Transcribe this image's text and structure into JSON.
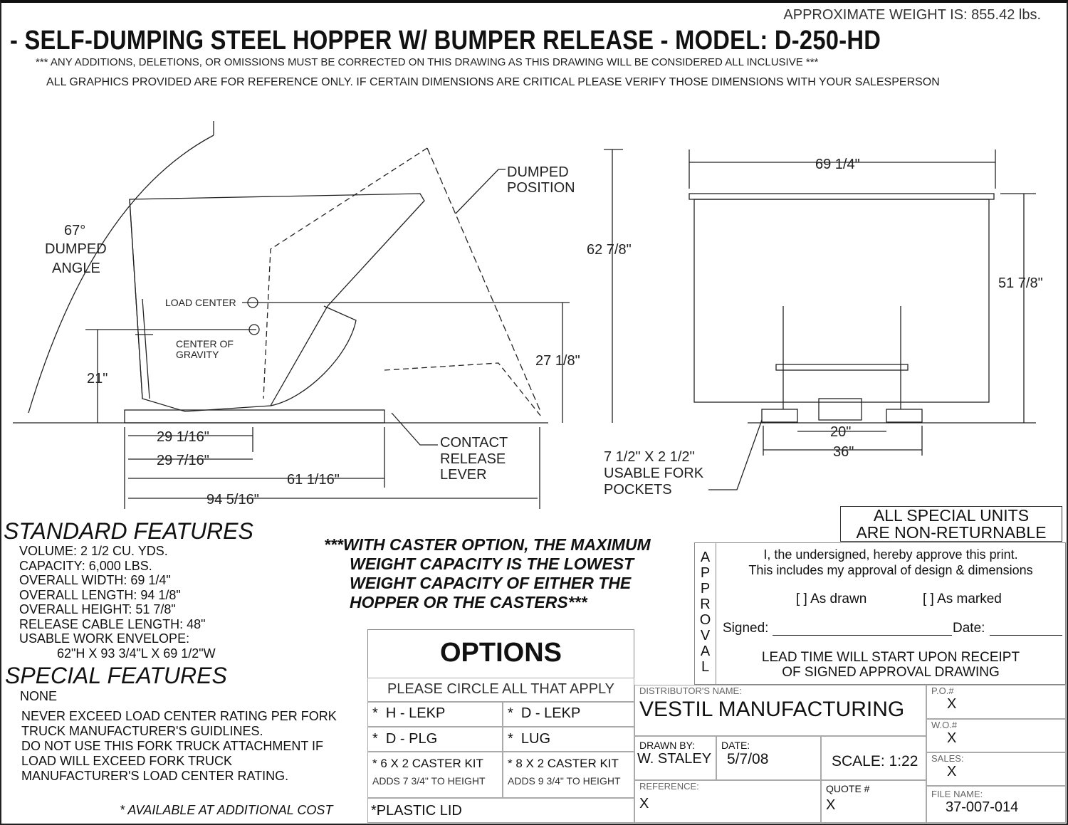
{
  "header": {
    "weight": "APPROXIMATE WEIGHT IS: 855.42 lbs.",
    "title": "- SELF-DUMPING STEEL HOPPER W/ BUMPER RELEASE - MODEL: D-250-HD",
    "notice1": "*** ANY ADDITIONS, DELETIONS, OR OMISSIONS MUST BE CORRECTED ON THIS DRAWING AS THIS DRAWING WILL BE CONSIDERED ALL INCLUSIVE ***",
    "notice2": "ALL GRAPHICS PROVIDED ARE FOR REFERENCE ONLY. IF CERTAIN DIMENSIONS ARE CRITICAL PLEASE VERIFY THOSE DIMENSIONS WITH YOUR SALESPERSON"
  },
  "side_view": {
    "angle_value": "67°",
    "angle_l1": "DUMPED",
    "angle_l2": "ANGLE",
    "dumped_l1": "DUMPED",
    "dumped_l2": "POSITION",
    "load_center": "LOAD CENTER",
    "cog_l1": "CENTER OF",
    "cog_l2": "GRAVITY",
    "dim_height_total": "62 7/8\"",
    "dim_load_height": "27 1/8\"",
    "dim_21": "21\"",
    "dim_a": "29 1/16\"",
    "dim_b": "29 7/16\"",
    "dim_c": "61 1/16\"",
    "dim_d": "94 5/16\"",
    "lever_l1": "CONTACT",
    "lever_l2": "RELEASE",
    "lever_l3": "LEVER"
  },
  "front_view": {
    "dim_width": "69 1/4\"",
    "dim_height": "51 7/8\"",
    "dim_20": "20\"",
    "dim_36": "36\"",
    "fork_l1": "7 1/2\" X 2 1/2\"",
    "fork_l2": "USABLE FORK",
    "fork_l3": "POCKETS"
  },
  "standard_features": {
    "heading": "STANDARD FEATURES",
    "items": [
      "VOLUME:  2 1/2 CU. YDS.",
      "CAPACITY:  6,000 LBS.",
      "OVERALL WIDTH:  69 1/4\"",
      "OVERALL LENGTH:  94 1/8\"",
      "OVERALL HEIGHT:  51 7/8\"",
      "RELEASE CABLE LENGTH:  48\"",
      "USABLE WORK ENVELOPE:",
      "62\"H X 93 3/4\"L X 69 1/2\"W"
    ]
  },
  "special_features": {
    "heading": "SPECIAL FEATURES",
    "value": "NONE",
    "warnings": [
      "NEVER EXCEED LOAD CENTER RATING PER FORK",
      "TRUCK MANUFACTURER'S GUIDLINES.",
      "DO NOT USE THIS FORK TRUCK ATTACHMENT IF",
      "LOAD WILL EXCEED FORK TRUCK",
      "MANUFACTURER'S LOAD CENTER RATING."
    ]
  },
  "caster_note": [
    "***WITH CASTER OPTION, THE MAXIMUM",
    "WEIGHT CAPACITY IS THE LOWEST",
    "WEIGHT CAPACITY OF EITHER THE",
    "HOPPER OR THE CASTERS***"
  ],
  "additional_cost": "* AVAILABLE AT ADDITIONAL COST",
  "options": {
    "title": "OPTIONS",
    "instruction": "PLEASE CIRCLE ALL THAT APPLY",
    "items": [
      {
        "label": "H - LEKP"
      },
      {
        "label": "D - LEKP"
      },
      {
        "label": "D - PLG"
      },
      {
        "label": "LUG"
      },
      {
        "label": "6 X 2 CASTER KIT",
        "sub": "ADDS 7 3/4\" TO HEIGHT"
      },
      {
        "label": "8 X 2 CASTER KIT",
        "sub": "ADDS 9 3/4\" TO HEIGHT"
      },
      {
        "label": "PLASTIC LID"
      }
    ],
    "star": "*"
  },
  "non_returnable": [
    "ALL SPECIAL UNITS",
    "ARE NON-RETURNABLE"
  ],
  "approval": {
    "vertical": [
      "A",
      "P",
      "P",
      "R",
      "O",
      "V",
      "A",
      "L"
    ],
    "line1": "I, the undersigned, hereby approve this print.",
    "line2": "This includes my approval of design & dimensions",
    "as_drawn": "[  ] As drawn",
    "as_marked": "[  ] As marked",
    "signed": "Signed:",
    "date": "Date:",
    "lead1": "LEAD TIME WILL START UPON RECEIPT",
    "lead2": "OF SIGNED APPROVAL DRAWING"
  },
  "title_block": {
    "distributor_label": "DISTRIBUTOR'S NAME:",
    "distributor": "VESTIL MANUFACTURING",
    "drawn_by_label": "DRAWN BY:",
    "drawn_by": "W. STALEY",
    "date_label": "DATE:",
    "date": "5/7/08",
    "scale": "SCALE: 1:22",
    "reference_label": "REFERENCE:",
    "reference": "X",
    "quote_label": "QUOTE #",
    "quote": "X",
    "po_label": "P.O.#",
    "po": "X",
    "wo_label": "W.O.#",
    "wo": "X",
    "sales_label": "SALES:",
    "sales": "X",
    "file_label": "FILE NAME:",
    "file": "37-007-014"
  }
}
